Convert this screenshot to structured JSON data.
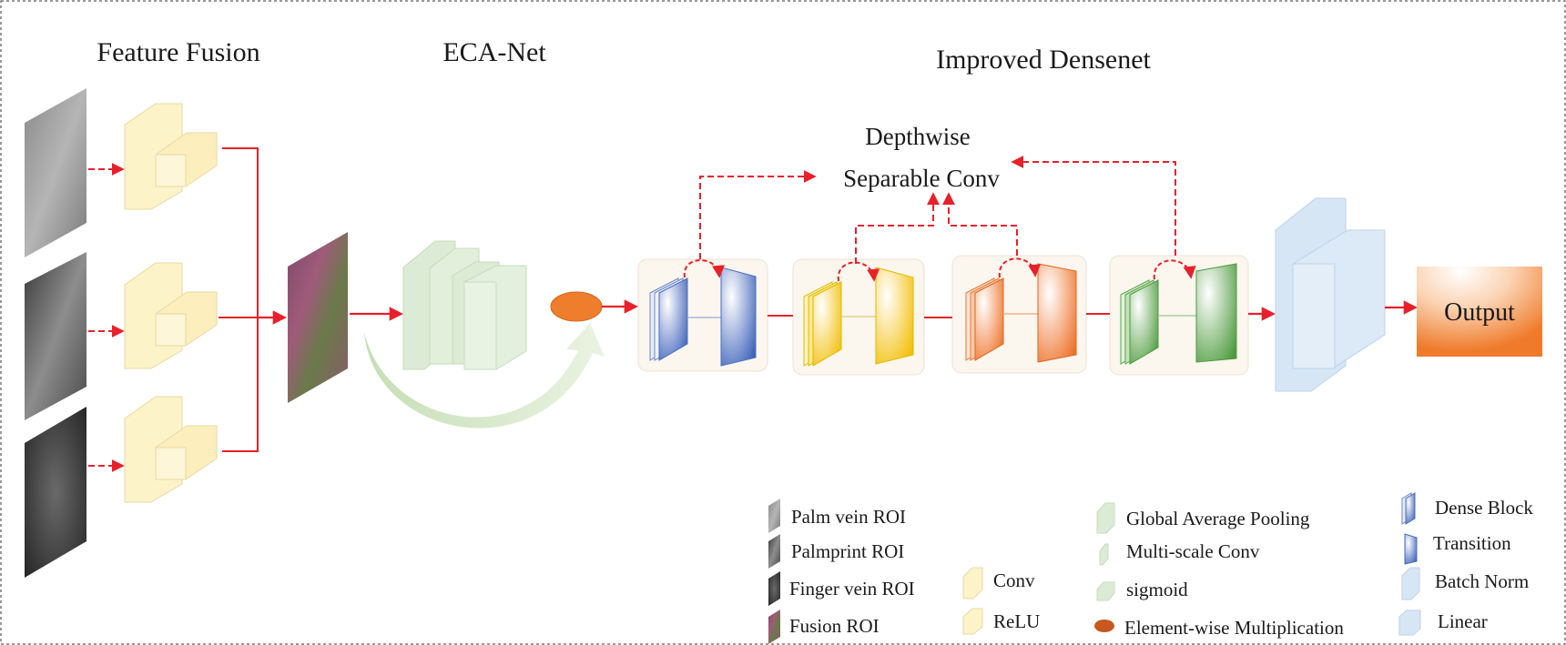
{
  "sections": {
    "feature_fusion": "Feature Fusion",
    "eca_net": "ECA-Net",
    "improved_densenet": "Improved Densenet"
  },
  "depthwise": {
    "line1": "Depthwise",
    "line2": "Separable Conv"
  },
  "output_label": "Output",
  "legend": {
    "palm_vein": "Palm vein ROI",
    "palmprint": "Palmprint ROI",
    "finger_vein": "Finger vein ROI",
    "fusion": "Fusion ROI",
    "conv": "Conv",
    "relu": "ReLU",
    "gap": "Global Average Pooling",
    "msconv": "Multi-scale Conv",
    "sigmoid": "sigmoid",
    "mult": "Element-wise Multiplication",
    "dense_block": "Dense Block",
    "transition": "Transition",
    "batch_norm": "Batch Norm",
    "linear": "Linear"
  },
  "colors": {
    "arrow": "#e8202a",
    "conv_block": "#fdf3c8",
    "eca": "#dcebd5",
    "multiply": "#ee7d2c",
    "linear": "#d7e6f5",
    "output": "#ef7a2a",
    "dense_stages": [
      "#4a6fc0",
      "#f5c400",
      "#f07a30",
      "#5aa44a"
    ]
  }
}
